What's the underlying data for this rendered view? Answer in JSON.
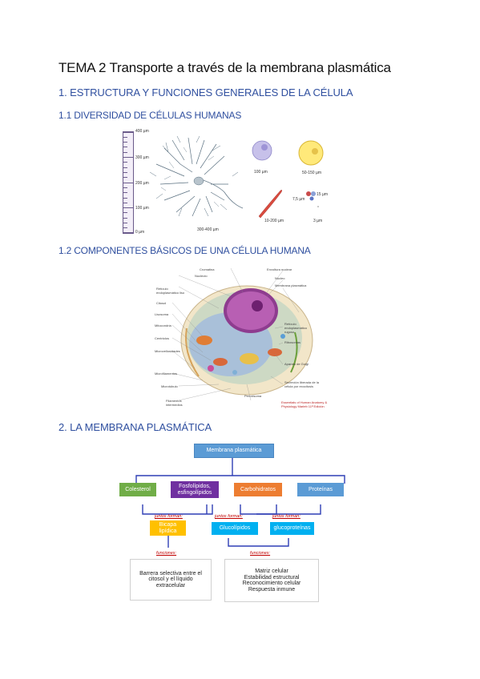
{
  "title": "TEMA 2 Transporte a través de la membrana plasmática",
  "section1": {
    "heading": "1. ESTRUCTURA Y FUNCIONES GENERALES DE LA CÉLULA"
  },
  "section1_1": {
    "heading": "1.1 DIVERSIDAD DE CÉLULAS HUMANAS",
    "ruler_labels": [
      "400 µm",
      "300 µm",
      "200 µm",
      "100 µm",
      "0 µm"
    ],
    "captions": {
      "neuron": "300-400 µm",
      "white_cell": "100 µm",
      "egg": "50-150 µm",
      "muscle": "10-200 µm",
      "blood": "7,5 µm",
      "platelet_a": "15 µm",
      "platelet_b": "3 µm"
    }
  },
  "section1_2": {
    "heading": "1.2 COMPONENTES BÁSICOS DE UNA CÉLULA HUMANA",
    "labels_left": [
      "Nucleolo",
      "Retículo endoplasmático liso",
      "Citosol",
      "Lisosoma",
      "Mitocondria",
      "Centriolos",
      "Microvellosidades",
      "Microfilamentos",
      "Microtúbulo",
      "Filamentos intermedios"
    ],
    "labels_top": [
      "Cromatina",
      "Envoltura nuclear",
      "Núcleo",
      "Membrana plasmática"
    ],
    "labels_right": [
      "Retículo endoplasmático rugoso",
      "Ribosomas",
      "Aparato de Golgi",
      "Secreción liberada de la célula por exocitosis",
      "Peroxisoma"
    ],
    "reference": "Essentials of Human Anatomy & Physiology Marieb 11ª Edición"
  },
  "section2": {
    "heading": "2. LA MEMBRANA PLASMÁTICA",
    "root": "Membrana plasmática",
    "components": [
      "Colesterol",
      "Fosfolípidos, esfingolípidos",
      "Carbohidratos",
      "Proteínas"
    ],
    "join_labels": [
      "juntos forman:",
      "juntos forman:",
      "juntos forman:"
    ],
    "products": [
      "Bicapa lipídica",
      "Glucolípidos",
      "glucoproteínas"
    ],
    "function_labels": [
      "funciones:",
      "funciones:"
    ],
    "function_left": "Barrera selectiva entre el citosol y el líquido extracelular",
    "function_right": [
      "Matriz celular",
      "Estabilidad estructural",
      "Reconocimiento celular",
      "Respuesta inmune"
    ]
  }
}
